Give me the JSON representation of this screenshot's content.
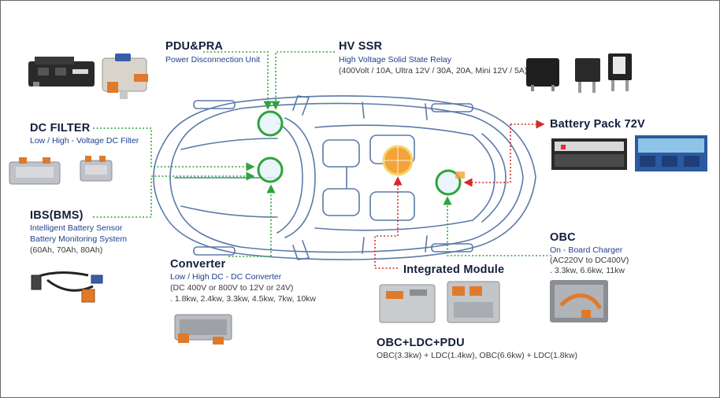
{
  "components": {
    "pdu": {
      "title": "PDU&PRA",
      "subtitle": "Power Disconnection Unit"
    },
    "hvssr": {
      "title": "HV SSR",
      "subtitle": "High Voltage Solid State Relay",
      "detail": "(400Volt / 10A, Ultra 12V / 30A, 20A, Mini 12V / 5A)"
    },
    "dcfilter": {
      "title": "DC FILTER",
      "subtitle": "Low / High - Voltage DC Filter"
    },
    "ibs": {
      "title": "IBS(BMS)",
      "subtitle_1": "Intelligent Battery Sensor",
      "subtitle_2": "Battery Monitoring System",
      "detail": "(60Ah, 70Ah, 80Ah)"
    },
    "converter": {
      "title": "Converter",
      "subtitle": "Low / High DC - DC Converter",
      "detail_1": "(DC 400V or 800V to 12V or 24V)",
      "detail_2": ". 1.8kw, 2.4kw, 3.3kw, 4.5kw, 7kw, 10kw"
    },
    "battery": {
      "title": "Battery Pack 72V"
    },
    "obc": {
      "title": "OBC",
      "subtitle": "On - Board Charger",
      "detail_1": "(AC220V to DC400V)",
      "detail_2": ". 3.3kw, 6.6kw, 11kw"
    },
    "integrated": {
      "title": "Integrated Module"
    },
    "obcldc": {
      "title": "OBC+LDC+PDU",
      "detail": "OBC(3.3kw) + LDC(1.4kw), OBC(6.6kw) + LDC(1.8kw)"
    }
  },
  "colors": {
    "connector_green": "#2ea43c",
    "connector_red": "#d42a2a",
    "car_outline": "#5a7aa8",
    "marker_orange": "#f3a33a",
    "title_navy": "#141e3c",
    "subtitle_blue": "#1f3e8c"
  }
}
